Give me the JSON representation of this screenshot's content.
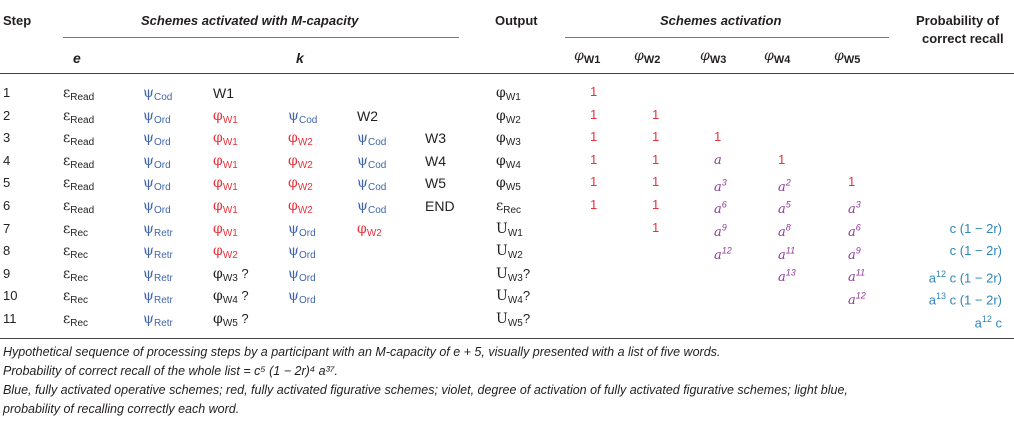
{
  "header": {
    "step": "Step",
    "schemes_m": "Schemes activated with M-capacity",
    "output": "Output",
    "schemes_activation": "Schemes activation",
    "prob_line1": "Probability of",
    "prob_line2": "correct recall",
    "e": "e",
    "k": "k",
    "phi_cols": [
      "W1",
      "W2",
      "W3",
      "W4",
      "W5"
    ]
  },
  "symbols": {
    "epsilon": "ε",
    "psi": "ψ",
    "phi": "φ",
    "U": "U"
  },
  "rows": [
    {
      "step": "1",
      "e1": "Read",
      "e2": "Cod",
      "k": [
        {
          "t": "W1",
          "c": "dark",
          "plain": true
        }
      ],
      "out": {
        "sym": "φ",
        "sub": "W1",
        "q": ""
      },
      "act": [
        "1",
        "",
        "",
        "",
        ""
      ],
      "prob": ""
    },
    {
      "step": "2",
      "e1": "Read",
      "e2": "Ord",
      "k": [
        {
          "t": "W1",
          "c": "red",
          "sym": "φ"
        },
        {
          "t": "Cod",
          "c": "blue",
          "sym": "ψ"
        },
        {
          "t": "W2",
          "c": "dark",
          "plain": true
        }
      ],
      "out": {
        "sym": "φ",
        "sub": "W2",
        "q": ""
      },
      "act": [
        "1",
        "1",
        "",
        "",
        ""
      ],
      "prob": ""
    },
    {
      "step": "3",
      "e1": "Read",
      "e2": "Ord",
      "k": [
        {
          "t": "W1",
          "c": "red",
          "sym": "φ"
        },
        {
          "t": "W2",
          "c": "red",
          "sym": "φ"
        },
        {
          "t": "Cod",
          "c": "blue",
          "sym": "ψ"
        },
        {
          "t": "W3",
          "c": "dark",
          "plain": true
        }
      ],
      "out": {
        "sym": "φ",
        "sub": "W3",
        "q": ""
      },
      "act": [
        "1",
        "1",
        "1",
        "",
        ""
      ],
      "prob": ""
    },
    {
      "step": "4",
      "e1": "Read",
      "e2": "Ord",
      "k": [
        {
          "t": "W1",
          "c": "red",
          "sym": "φ"
        },
        {
          "t": "W2",
          "c": "red",
          "sym": "φ"
        },
        {
          "t": "Cod",
          "c": "blue",
          "sym": "ψ"
        },
        {
          "t": "W4",
          "c": "dark",
          "plain": true
        }
      ],
      "out": {
        "sym": "φ",
        "sub": "W4",
        "q": ""
      },
      "act": [
        "1",
        "1",
        "a",
        "1",
        ""
      ],
      "prob": ""
    },
    {
      "step": "5",
      "e1": "Read",
      "e2": "Ord",
      "k": [
        {
          "t": "W1",
          "c": "red",
          "sym": "φ"
        },
        {
          "t": "W2",
          "c": "red",
          "sym": "φ"
        },
        {
          "t": "Cod",
          "c": "blue",
          "sym": "ψ"
        },
        {
          "t": "W5",
          "c": "dark",
          "plain": true
        }
      ],
      "out": {
        "sym": "φ",
        "sub": "W5",
        "q": ""
      },
      "act": [
        "1",
        "1",
        "a|3",
        "a|2",
        "1"
      ],
      "prob": ""
    },
    {
      "step": "6",
      "e1": "Read",
      "e2": "Ord",
      "k": [
        {
          "t": "W1",
          "c": "red",
          "sym": "φ"
        },
        {
          "t": "W2",
          "c": "red",
          "sym": "φ"
        },
        {
          "t": "Cod",
          "c": "blue",
          "sym": "ψ"
        },
        {
          "t": "END",
          "c": "dark",
          "plain": true
        }
      ],
      "out": {
        "sym": "ε",
        "sub": "Rec",
        "q": ""
      },
      "act": [
        "1",
        "1",
        "a|6",
        "a|5",
        "a|3"
      ],
      "prob": ""
    },
    {
      "step": "7",
      "e1": "Rec",
      "e2": "Retr",
      "k": [
        {
          "t": "W1",
          "c": "red",
          "sym": "φ"
        },
        {
          "t": "Ord",
          "c": "blue",
          "sym": "ψ"
        },
        {
          "t": "W2",
          "c": "red",
          "sym": "φ"
        }
      ],
      "out": {
        "sym": "U",
        "sub": "W1",
        "q": ""
      },
      "act": [
        "",
        "1",
        "a|9",
        "a|8",
        "a|6"
      ],
      "prob": "c (1 − 2r)"
    },
    {
      "step": "8",
      "e1": "Rec",
      "e2": "Retr",
      "k": [
        {
          "t": "W2",
          "c": "red",
          "sym": "φ"
        },
        {
          "t": "Ord",
          "c": "blue",
          "sym": "ψ"
        }
      ],
      "out": {
        "sym": "U",
        "sub": "W2",
        "q": ""
      },
      "act": [
        "",
        "",
        "a|12",
        "a|11",
        "a|9"
      ],
      "prob": "c (1 − 2r)"
    },
    {
      "step": "9",
      "e1": "Rec",
      "e2": "Retr",
      "k": [
        {
          "t": "W3",
          "c": "dark",
          "sym": "φ",
          "q": " ?"
        },
        {
          "t": "Ord",
          "c": "blue",
          "sym": "ψ"
        }
      ],
      "out": {
        "sym": "U",
        "sub": "W3",
        "q": "?"
      },
      "act": [
        "",
        "",
        "",
        "a|13",
        "a|11"
      ],
      "prob": "a|12| c (1 − 2r)"
    },
    {
      "step": "10",
      "e1": "Rec",
      "e2": "Retr",
      "k": [
        {
          "t": "W4",
          "c": "dark",
          "sym": "φ",
          "q": " ?"
        },
        {
          "t": "Ord",
          "c": "blue",
          "sym": "ψ"
        }
      ],
      "out": {
        "sym": "U",
        "sub": "W4",
        "q": "?"
      },
      "act": [
        "",
        "",
        "",
        "",
        "a|12"
      ],
      "prob": "a|13| c (1 − 2r)"
    },
    {
      "step": "11",
      "e1": "Rec",
      "e2": "Retr",
      "k": [
        {
          "t": "W5",
          "c": "dark",
          "sym": "φ",
          "q": " ?"
        }
      ],
      "out": {
        "sym": "U",
        "sub": "W5",
        "q": "?"
      },
      "act": [
        "",
        "",
        "",
        "",
        ""
      ],
      "prob": "a|12| c"
    }
  ],
  "footnotes": [
    "Hypothetical sequence of processing steps by a participant with an M-capacity of e + 5, visually presented with a list of five words.",
    "Probability of correct recall of the whole list = c⁵ (1 − 2r)⁴ a³⁷.",
    "Blue, fully activated operative schemes; red, fully activated figurative schemes; violet, degree of activation of fully activated figurative schemes; light blue,",
    "probability of recalling correctly each word."
  ],
  "colors": {
    "operative": "#4065ad",
    "figurative": "#e8313a",
    "degree": "#8e3c97",
    "probability": "#2f86b8"
  }
}
